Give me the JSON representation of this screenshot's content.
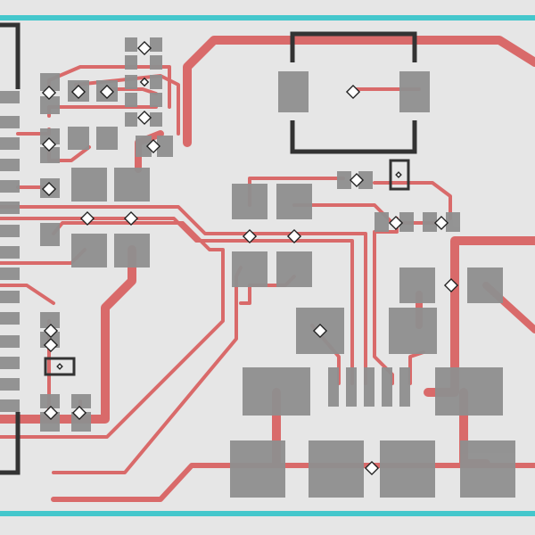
{
  "pcb": {
    "colors": {
      "background": "#e6e6e6",
      "trace": "#d96a6a",
      "pad": "#8f8f8f",
      "silkscreen": "#333333",
      "board_edge": "#44c7cc",
      "via_stroke": "#222222",
      "via_fill": "#ffffff"
    },
    "layers": [
      "board-edge",
      "traces",
      "pads",
      "silkscreen",
      "vias"
    ]
  }
}
